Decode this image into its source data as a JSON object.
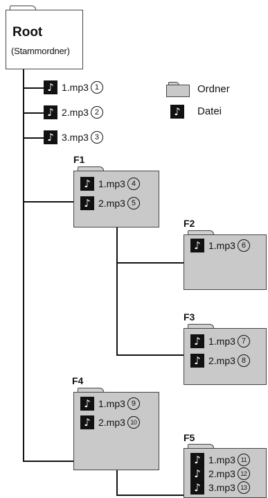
{
  "root": {
    "title": "Root",
    "subtitle": "(Stammordner)"
  },
  "legend": {
    "folder_label": "Ordner",
    "file_label": "Datei",
    "folder_icon": "folder-icon",
    "file_icon": "music-note-icon"
  },
  "folders": [
    {
      "id": "F1",
      "label": "F1"
    },
    {
      "id": "F2",
      "label": "F2"
    },
    {
      "id": "F3",
      "label": "F3"
    },
    {
      "id": "F4",
      "label": "F4"
    },
    {
      "id": "F5",
      "label": "F5"
    }
  ],
  "files": [
    {
      "name": "1.mp3",
      "order": "1",
      "folder": "Root"
    },
    {
      "name": "2.mp3",
      "order": "2",
      "folder": "Root"
    },
    {
      "name": "3.mp3",
      "order": "3",
      "folder": "Root"
    },
    {
      "name": "1.mp3",
      "order": "4",
      "folder": "F1"
    },
    {
      "name": "2.mp3",
      "order": "5",
      "folder": "F1"
    },
    {
      "name": "1.mp3",
      "order": "6",
      "folder": "F2"
    },
    {
      "name": "1.mp3",
      "order": "7",
      "folder": "F3"
    },
    {
      "name": "2.mp3",
      "order": "8",
      "folder": "F3"
    },
    {
      "name": "1.mp3",
      "order": "9",
      "folder": "F4"
    },
    {
      "name": "2.mp3",
      "order": "10",
      "folder": "F4"
    },
    {
      "name": "1.mp3",
      "order": "11",
      "folder": "F5"
    },
    {
      "name": "2.mp3",
      "order": "12",
      "folder": "F5"
    },
    {
      "name": "3.mp3",
      "order": "13",
      "folder": "F5"
    }
  ]
}
